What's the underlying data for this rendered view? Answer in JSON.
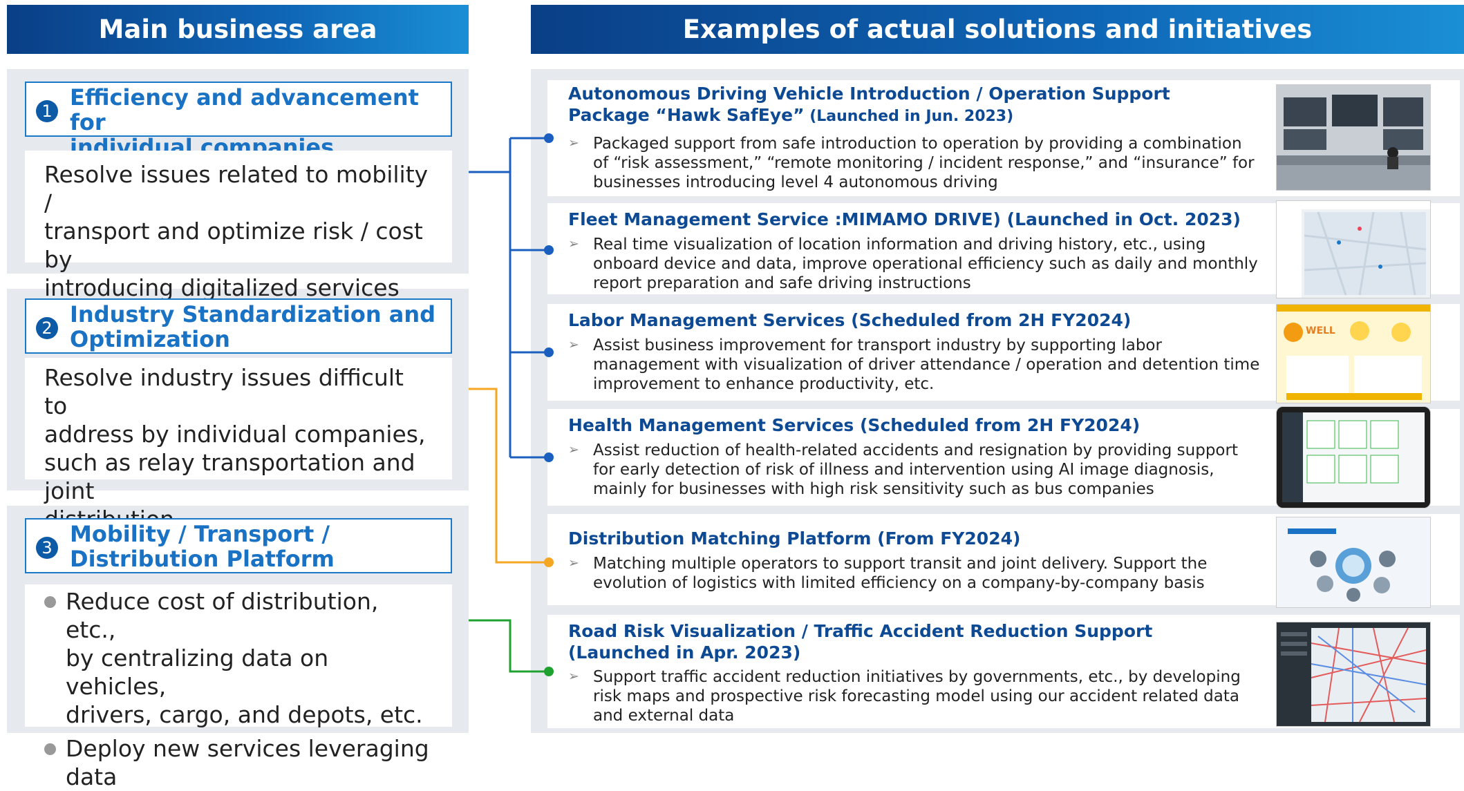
{
  "header_left": "Main business area",
  "header_right": "Examples of actual solutions and initiatives",
  "areas": [
    {
      "num": "1",
      "title_line1": "Efficiency and advancement for",
      "title_line2": "individual companies",
      "body_lines": [
        "Resolve issues related to mobility /",
        "transport and optimize risk / cost by",
        "introducing digitalized services"
      ]
    },
    {
      "num": "2",
      "title_line1": "Industry Standardization and",
      "title_line2": "Optimization",
      "body_lines": [
        "Resolve industry issues difficult to",
        "address by individual companies,",
        "such as relay transportation and joint",
        "distribution"
      ]
    },
    {
      "num": "3",
      "title_line1": "Mobility / Transport /",
      "title_line2": "Distribution Platform",
      "bullets": [
        [
          "Reduce cost of distribution, etc.,",
          "by centralizing data on vehicles,",
          "drivers, cargo, and depots, etc."
        ],
        [
          "Deploy new services leveraging",
          "data"
        ]
      ]
    }
  ],
  "solutions": [
    {
      "title_line1": "Autonomous Driving Vehicle Introduction / Operation Support",
      "title_line2": "Package “Hawk SafEye”",
      "title_suffix": " (Launched in Jun. 2023)",
      "desc_lines": [
        "Packaged support from safe introduction to operation by providing a combination",
        "of “risk assessment,” “remote monitoring / incident response,” and “insurance” for",
        "businesses introducing level 4 autonomous driving"
      ]
    },
    {
      "title_line1": "Fleet Management Service :MIMAMO DRIVE) (Launched in Oct. 2023)",
      "desc_lines": [
        "Real time visualization of location information and driving history, etc., using",
        "onboard device and data, improve operational efficiency such as daily and monthly",
        "report preparation and safe driving instructions"
      ]
    },
    {
      "title_line1": "Labor Management Services (Scheduled from 2H FY2024)",
      "desc_lines": [
        "Assist business improvement for transport industry by supporting labor",
        "management with visualization of driver attendance / operation and detention time",
        "improvement to enhance productivity, etc."
      ]
    },
    {
      "title_line1": "Health Management Services (Scheduled from 2H FY2024)",
      "desc_lines": [
        "Assist reduction of health-related accidents and resignation by providing support",
        "for early detection of risk of illness and intervention using AI image diagnosis,",
        "mainly for businesses with high risk sensitivity such as bus companies"
      ]
    },
    {
      "title_line1": "Distribution Matching Platform (From FY2024)",
      "desc_lines": [
        "Matching multiple operators to support transit and joint delivery. Support the",
        "evolution of logistics with limited efficiency on a company-by-company basis"
      ]
    },
    {
      "title_line1": "Road Risk Visualization / Traffic Accident Reduction Support",
      "title_line2": "(Launched in Apr. 2023)",
      "desc_lines": [
        "Support traffic accident reduction initiatives by governments, etc., by developing",
        "risk maps and prospective risk forecasting model using our accident related data",
        "and external data"
      ]
    }
  ],
  "thumb_texts": {
    "health_man": "WELL"
  },
  "colors": {
    "blue_line": "#1a5fbf",
    "orange_line": "#f5a623",
    "green_line": "#1fa12f",
    "header_dark": "#0a3f86",
    "title_blue": "#1a72c4",
    "card_title": "#0e4a94"
  },
  "arrow_glyph": "➢"
}
